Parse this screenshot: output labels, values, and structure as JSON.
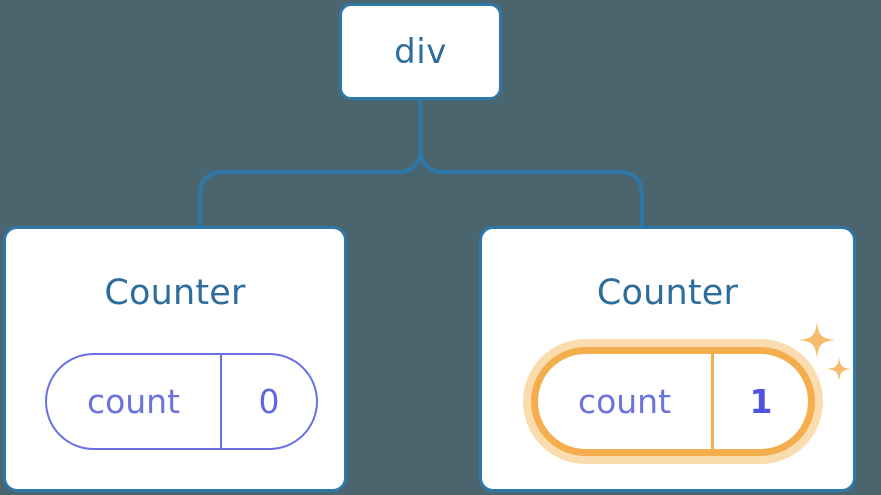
{
  "diagram": {
    "title_note": "React component tree with state pills",
    "background_color": "#4b656f",
    "node_border_color": "#2e78a8",
    "node_text_color": "#2d6e9d",
    "state_color": "#6a70e0",
    "highlight_color": "#f4ae4d",
    "highlight_glow_color": "#fbdcaf",
    "connector_color": "#2e78a8"
  },
  "root": {
    "label": "div"
  },
  "children": [
    {
      "title": "Counter",
      "state": {
        "key": "count",
        "value": "0"
      },
      "highlighted": false
    },
    {
      "title": "Counter",
      "state": {
        "key": "count",
        "value": "1"
      },
      "highlighted": true,
      "sparkle_icon": "sparkle-icon"
    }
  ]
}
